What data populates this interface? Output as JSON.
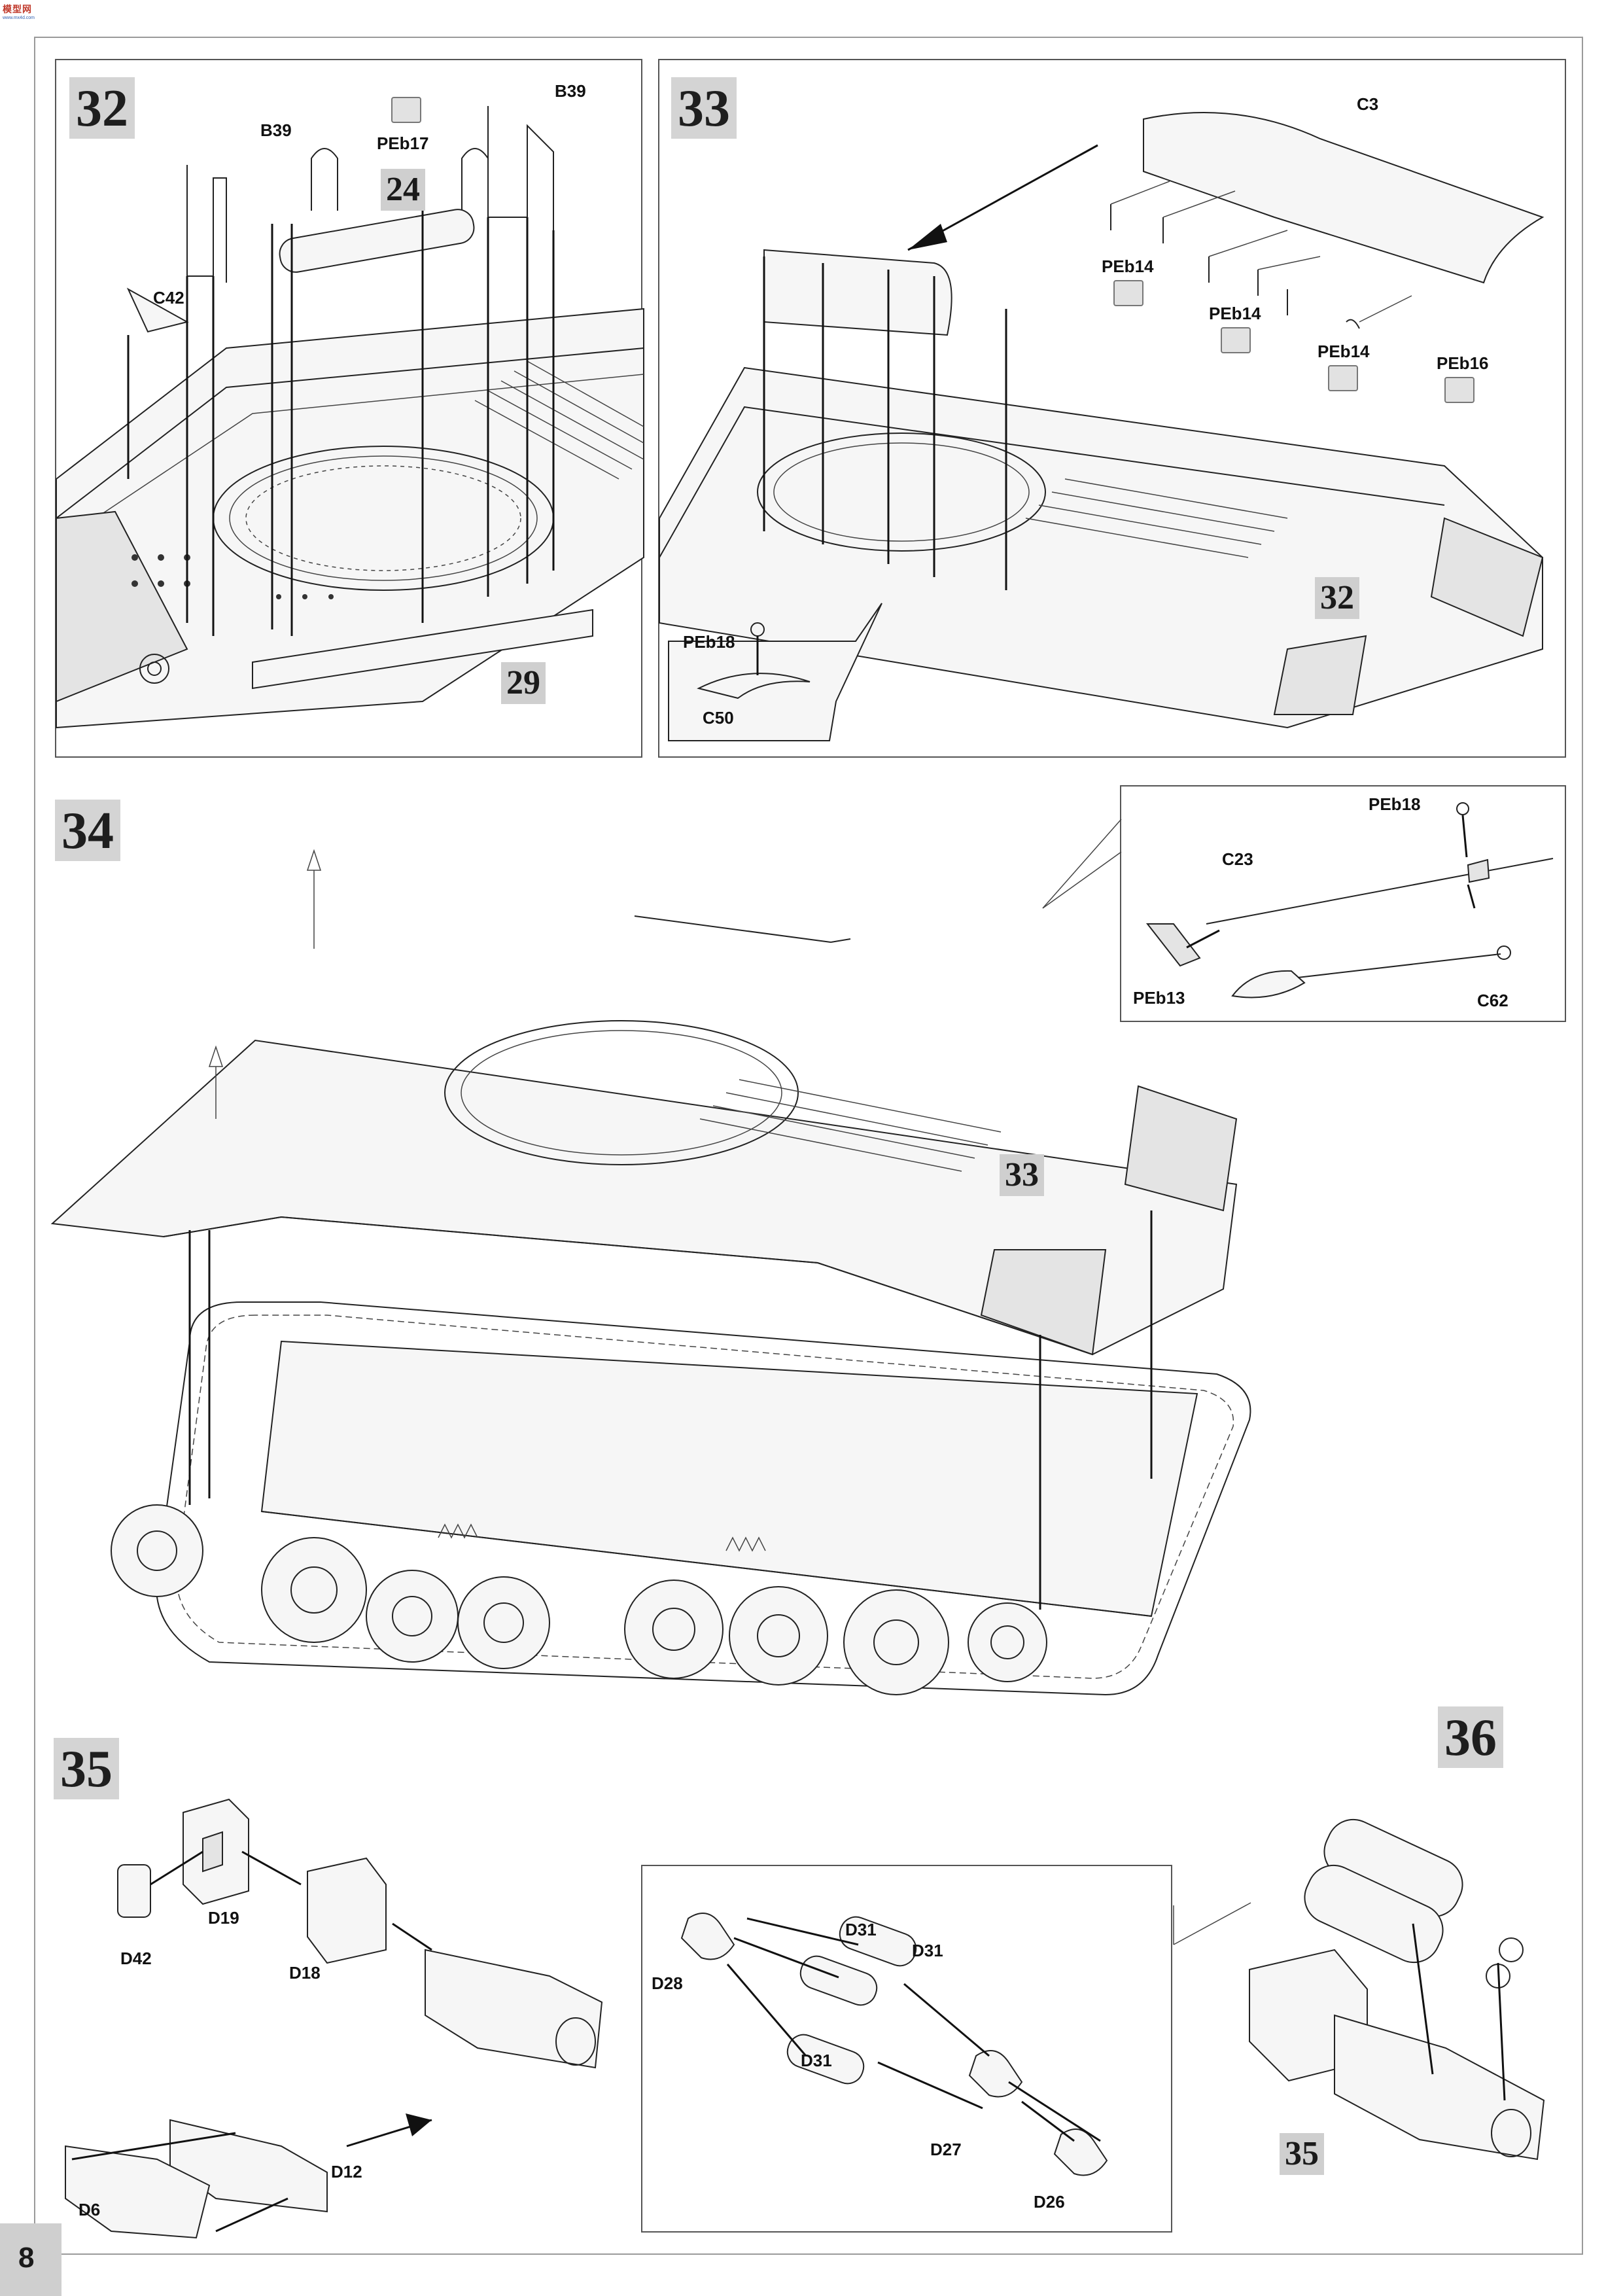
{
  "logo": {
    "line1": "模型网",
    "line2": "www.mx4d.com"
  },
  "page_number": "8",
  "steps": {
    "s32": {
      "number": "32",
      "labels": {
        "b39_left": "B39",
        "b39_right": "B39",
        "peb17": "PEb17",
        "c42": "C42"
      },
      "refs": {
        "r24": "24",
        "r29": "29"
      }
    },
    "s33": {
      "number": "33",
      "labels": {
        "c3": "C3",
        "peb14_a": "PEb14",
        "peb14_b": "PEb14",
        "peb14_c": "PEb14",
        "peb16": "PEb16",
        "peb18": "PEb18",
        "c50": "C50"
      },
      "refs": {
        "r32": "32"
      }
    },
    "s34": {
      "number": "34",
      "labels": {
        "peb18": "PEb18",
        "c23": "C23",
        "peb13": "PEb13",
        "c62": "C62"
      },
      "refs": {
        "r33": "33"
      }
    },
    "s35": {
      "number": "35",
      "labels": {
        "d19": "D19",
        "d42": "D42",
        "d18": "D18",
        "d12": "D12",
        "d6": "D6",
        "d28": "D28",
        "d31_a": "D31",
        "d31_b": "D31",
        "d31_c": "D31",
        "d27": "D27",
        "d26": "D26"
      }
    },
    "s36": {
      "number": "36",
      "refs": {
        "r35": "35"
      }
    }
  },
  "icons": [
    "photo-etch-icon",
    "photo-etch-icon",
    "photo-etch-icon",
    "photo-etch-icon",
    "photo-etch-icon"
  ]
}
